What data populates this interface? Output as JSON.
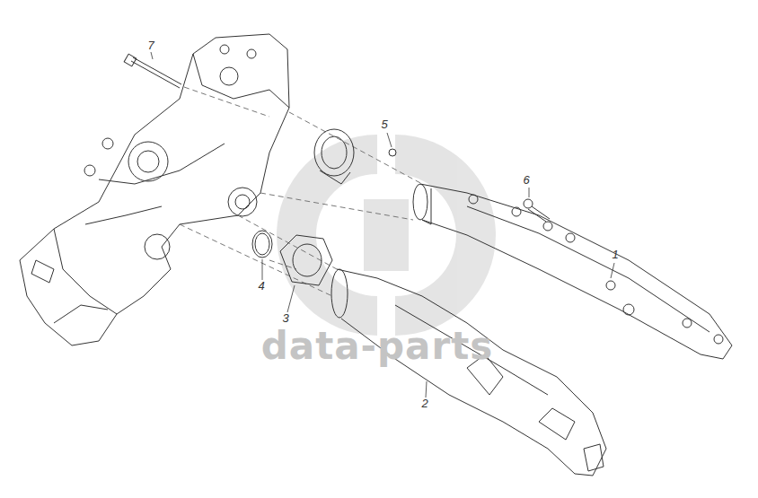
{
  "diagram": {
    "labels": [
      "7",
      "5",
      "6",
      "1",
      "4",
      "3",
      "2",
      "data-parts"
    ]
  }
}
